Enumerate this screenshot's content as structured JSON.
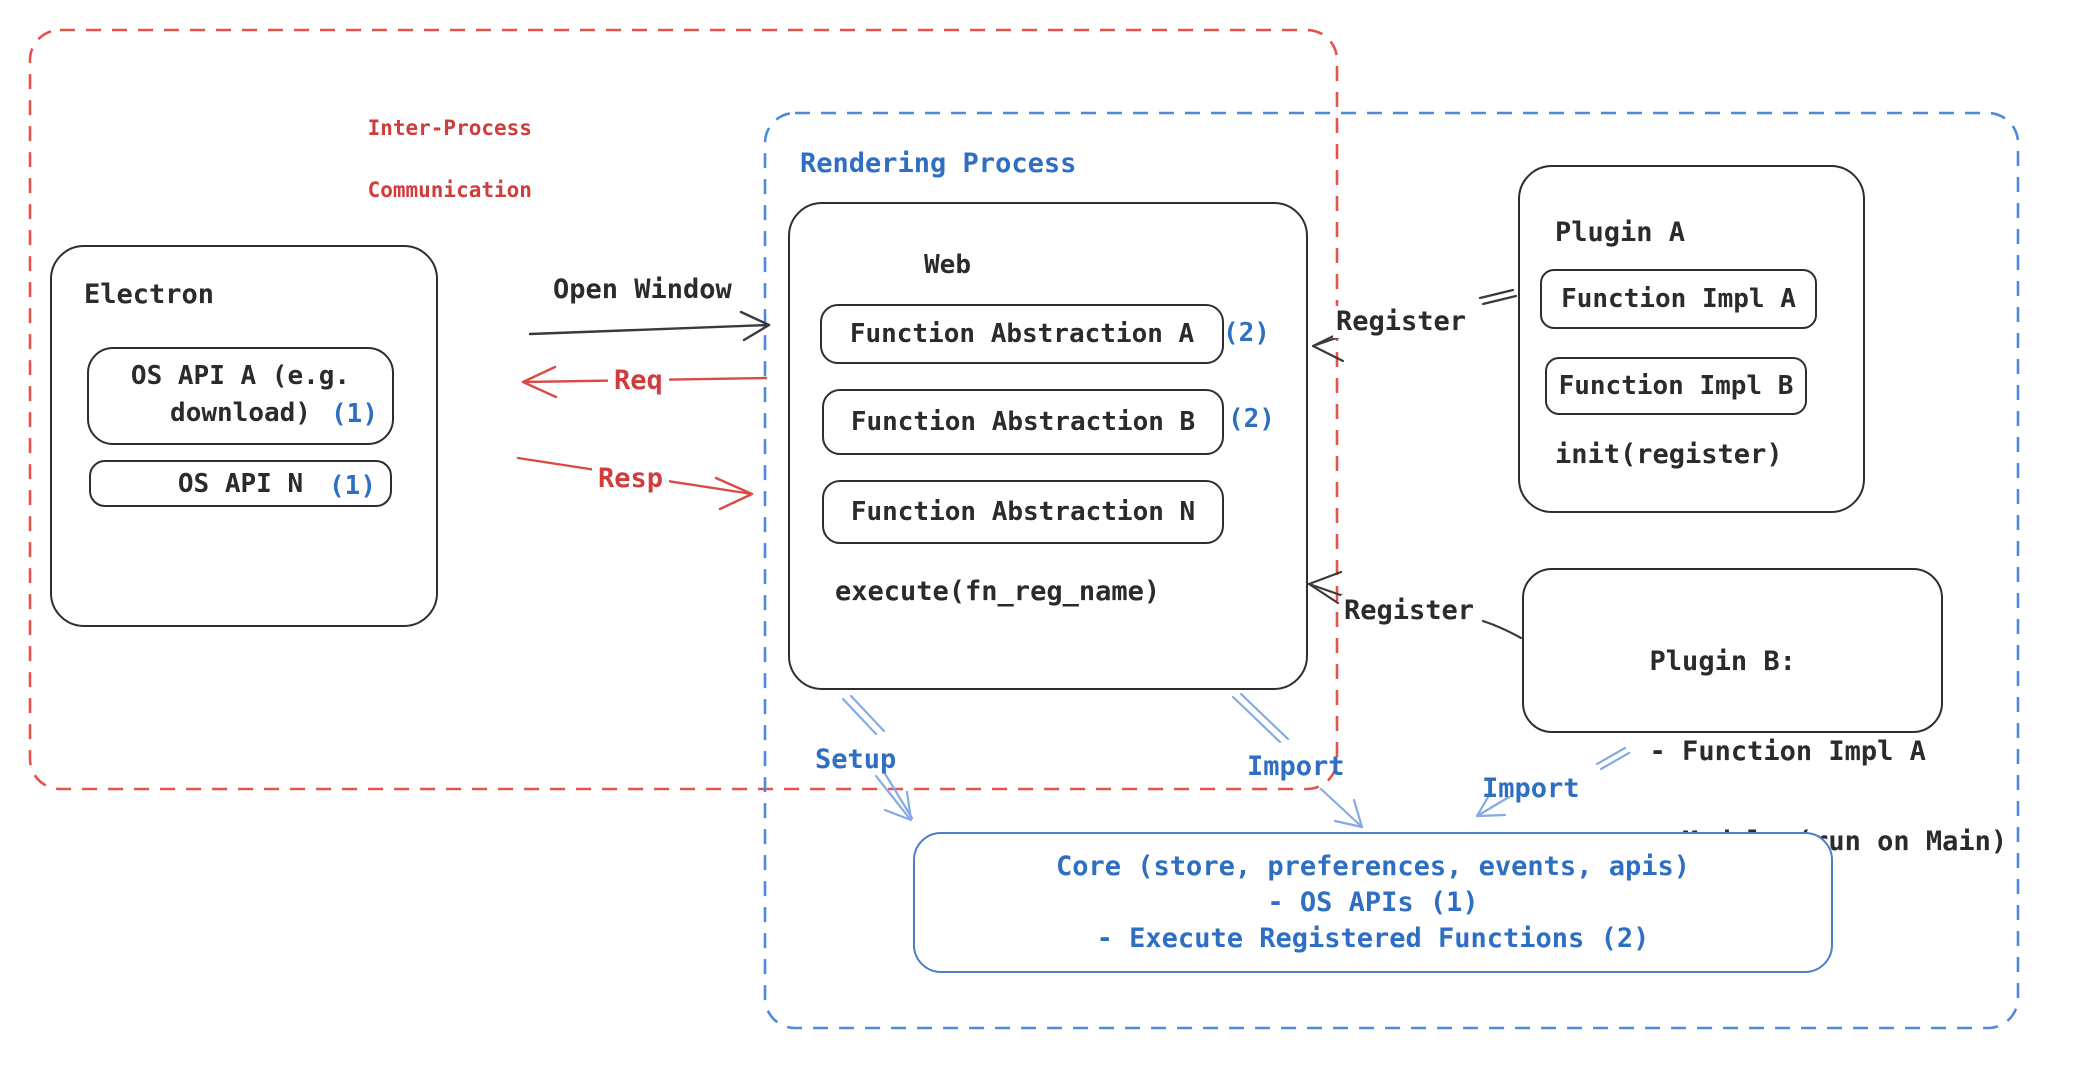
{
  "colors": {
    "red_text": "#d13c3c",
    "red_dash": "#e2544c",
    "blue_text": "#2f6fc3",
    "blue_dash": "#4f8ad8",
    "arrow_blue": "#84abe4",
    "ink": "#2b2b2b"
  },
  "ipc": {
    "line1": "Inter-Process",
    "line2": "Communication"
  },
  "rendering": {
    "label": "Rendering Process"
  },
  "electron": {
    "title": "Electron",
    "api_a_line1": "OS API A (e.g.",
    "api_a_line2": "download)",
    "api_a_badge": "(1)",
    "api_n_label": "OS API N",
    "api_n_badge": "(1)"
  },
  "web": {
    "title": "Web",
    "fn_a": "Function Abstraction A",
    "fn_a_badge": "(2)",
    "fn_b": "Function Abstraction B",
    "fn_b_badge": "(2)",
    "fn_n": "Function Abstraction N",
    "execute": "execute(fn_reg_name)"
  },
  "plugin_a": {
    "title": "Plugin A",
    "impl_a": "Function Impl A",
    "impl_b": "Function Impl B",
    "init": "init(register)"
  },
  "plugin_b": {
    "title": "Plugin B:",
    "item_1": "- Function Impl A",
    "item_2": "- Module (run on Main)"
  },
  "core": {
    "line1": "Core (store, preferences, events, apis)",
    "line2": "- OS APIs (1)",
    "line3": "- Execute Registered Functions (2)"
  },
  "arrows": {
    "open_window": "Open Window",
    "req": "Req",
    "resp": "Resp",
    "register_plugin_a": "Register",
    "register_plugin_b": "Register",
    "setup": "Setup",
    "import_web": "Import",
    "import_plugin_b": "Import"
  }
}
